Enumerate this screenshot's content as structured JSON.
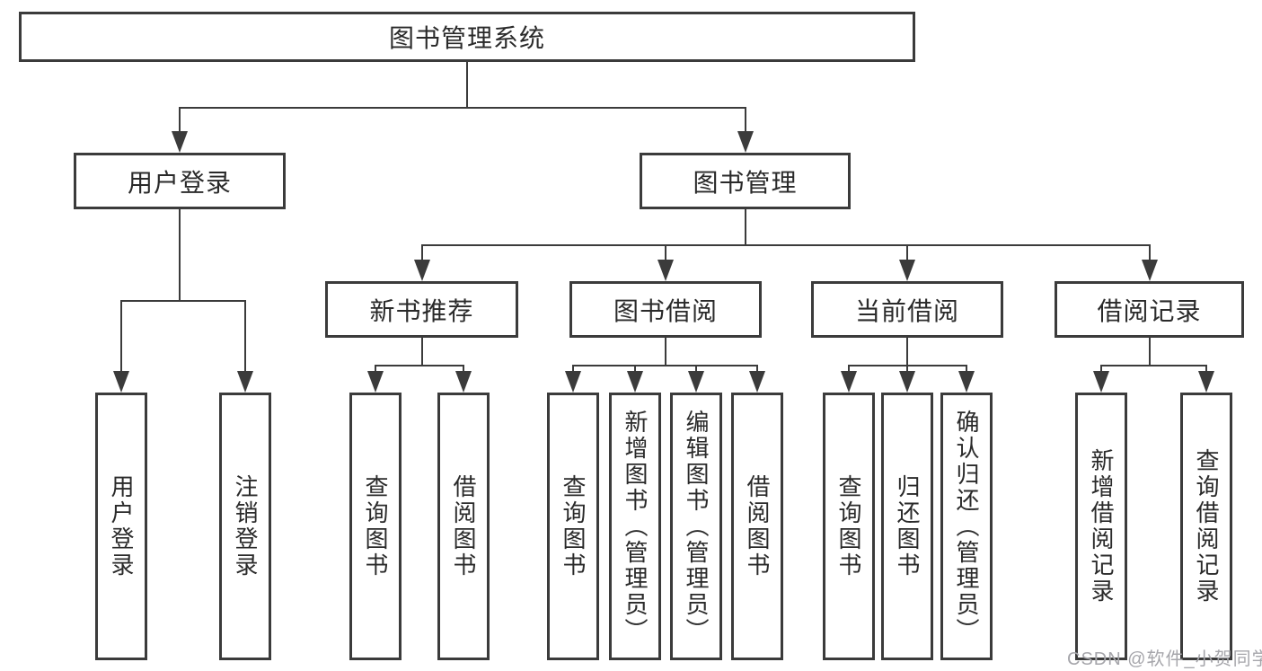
{
  "diagram": {
    "nodes": [
      {
        "id": "root",
        "label": "图书管理系统",
        "children": [
          "user-login",
          "book-mgmt"
        ]
      },
      {
        "id": "user-login",
        "label": "用户登录",
        "children": [
          "ul-login",
          "ul-logout"
        ]
      },
      {
        "id": "book-mgmt",
        "label": "图书管理",
        "children": [
          "new-book",
          "book-borrow",
          "current-borrow",
          "borrow-record"
        ]
      },
      {
        "id": "new-book",
        "label": "新书推荐",
        "children": [
          "nb-query",
          "nb-borrow"
        ]
      },
      {
        "id": "book-borrow",
        "label": "图书借阅",
        "children": [
          "bb-query",
          "bb-add",
          "bb-edit",
          "bb-borrow"
        ]
      },
      {
        "id": "current-borrow",
        "label": "当前借阅",
        "children": [
          "cb-query",
          "cb-return",
          "cb-confirm"
        ]
      },
      {
        "id": "borrow-record",
        "label": "借阅记录",
        "children": [
          "br-add",
          "br-query"
        ]
      },
      {
        "id": "ul-login",
        "label": "用户登录",
        "vertical": true
      },
      {
        "id": "ul-logout",
        "label": "注销登录",
        "vertical": true
      },
      {
        "id": "nb-query",
        "label": "查询图书",
        "vertical": true
      },
      {
        "id": "nb-borrow",
        "label": "借阅图书",
        "vertical": true
      },
      {
        "id": "bb-query",
        "label": "查询图书",
        "vertical": true
      },
      {
        "id": "bb-add",
        "label": "新增图书（管理员）",
        "vertical": true
      },
      {
        "id": "bb-edit",
        "label": "编辑图书（管理员）",
        "vertical": true
      },
      {
        "id": "bb-borrow",
        "label": "借阅图书",
        "vertical": true
      },
      {
        "id": "cb-query",
        "label": "查询图书",
        "vertical": true
      },
      {
        "id": "cb-return",
        "label": "归还图书",
        "vertical": true
      },
      {
        "id": "cb-confirm",
        "label": "确认归还（管理员）",
        "vertical": true
      },
      {
        "id": "br-add",
        "label": "新增借阅记录",
        "vertical": true
      },
      {
        "id": "br-query",
        "label": "查询借阅记录",
        "vertical": true
      }
    ]
  },
  "watermark": "CSDN @软件_小贺同学",
  "colors": {
    "line": "#3b3b3b",
    "border": "#3b3b3b",
    "text": "#2a2a2a",
    "background": "#ffffff",
    "watermark": "#a6a6ab"
  }
}
